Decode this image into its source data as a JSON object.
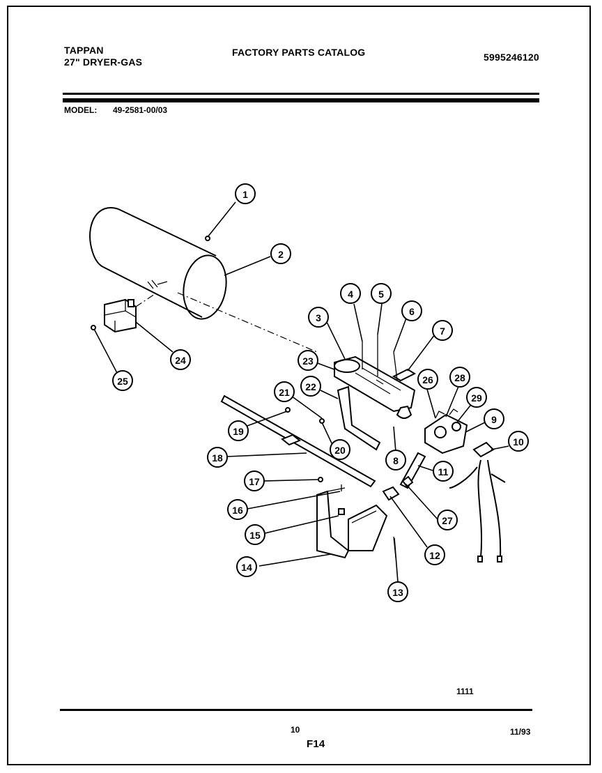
{
  "header": {
    "brand": "TAPPAN",
    "product": "27\" DRYER-GAS",
    "catalog_title": "FACTORY PARTS CATALOG",
    "catalog_number": "5995246120",
    "model_label": "MODEL:",
    "model_value": "49-2581-00/03"
  },
  "diagram": {
    "callouts": [
      "1",
      "2",
      "3",
      "4",
      "5",
      "6",
      "7",
      "8",
      "9",
      "10",
      "11",
      "12",
      "13",
      "14",
      "15",
      "16",
      "17",
      "18",
      "19",
      "20",
      "21",
      "22",
      "23",
      "24",
      "25",
      "26",
      "27",
      "28",
      "29"
    ],
    "figure_code": "1111"
  },
  "footer": {
    "page_number": "10",
    "section": "F14",
    "date": "11/93"
  }
}
